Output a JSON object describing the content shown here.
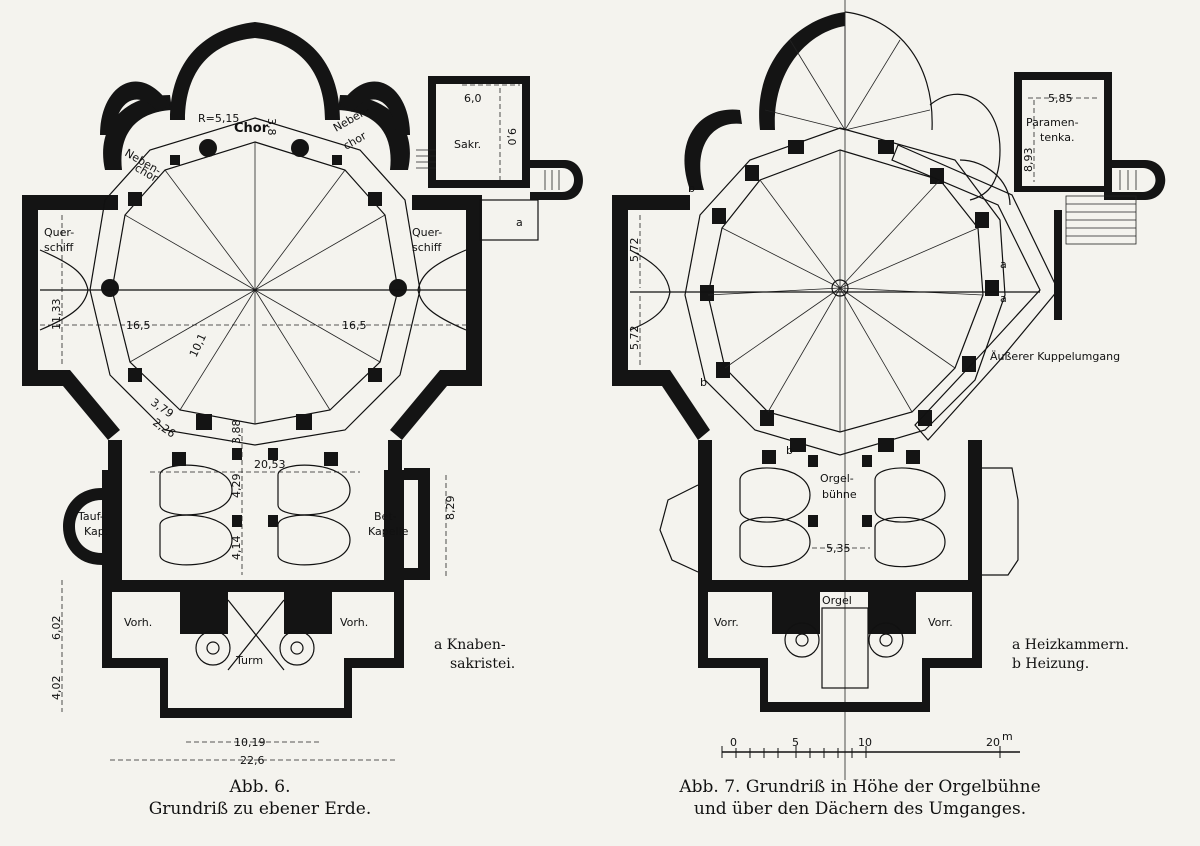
{
  "figures": [
    {
      "id": "abb6",
      "caption_line1": "Abb. 6.",
      "caption_line2": "Grundriß zu ebener Erde.",
      "rooms": {
        "chor": "Chor",
        "nebenchor_left_1": "Neben-",
        "nebenchor_left_2": "chor",
        "nebenchor_right_1": "Neben-",
        "nebenchor_right_2": "chor",
        "querschiff_left_1": "Quer-",
        "querschiff_left_2": "schiff",
        "querschiff_right_1": "Quer-",
        "querschiff_right_2": "schiff",
        "sakristei": "Sakr.",
        "knaben": "a",
        "taufkap_1": "Tauf-",
        "taufkap_2": "Kap.",
        "betkapelle_1": "Bet-",
        "betkapelle_2": "Kapelle",
        "vorh_left": "Vorh.",
        "vorh_right": "Vorh.",
        "turm": "Turm"
      },
      "dimensions": {
        "radius": "R=5,15",
        "chor_depth": "3,8",
        "sakr_width": "6,0",
        "sakr_depth": "9,0",
        "span_left": "16,5",
        "span_right": "16,5",
        "left_height": "11,33",
        "diagonal": "10,1",
        "pier_a": "3,79",
        "pier_b": "2,26",
        "nave_a": "3,88",
        "nave_b": "4,29",
        "nave_c": "4,14",
        "nave_width": "20,53",
        "chapel_height": "8,29",
        "front_a": "6,02",
        "front_b": "4,02",
        "tower_width": "10,19",
        "total_width": "22,6"
      },
      "legend": [
        "a Knaben-",
        "sakristei."
      ]
    },
    {
      "id": "abb7",
      "caption_line1": "Abb. 7.  Grundriß in Höhe der Orgelbühne",
      "caption_line2": "und über den Dächern des Umganges.",
      "rooms": {
        "paramentenka_1": "Paramen-",
        "paramentenka_2": "tenka.",
        "orgelbuehne_1": "Orgel-",
        "orgelbuehne_2": "bühne",
        "orgel": "Orgel",
        "vorr_left": "Vorr.",
        "vorr_right": "Vorr.",
        "kuppelumgang": "Äußerer Kuppelumgang",
        "heiz_a1": "a",
        "heiz_a2": "a",
        "heizung_b1": "b",
        "heizung_b2": "b",
        "heizung_b3": "b"
      },
      "dimensions": {
        "param_width": "5,85",
        "param_depth": "8,93",
        "left_a": "5,72",
        "left_b": "5,72",
        "organ_width": "5,35"
      },
      "scale": {
        "ticks": [
          "0",
          "5",
          "10",
          "20"
        ],
        "unit": "m"
      },
      "legend": [
        "a Heizkammern.",
        "b Heizung."
      ]
    }
  ]
}
